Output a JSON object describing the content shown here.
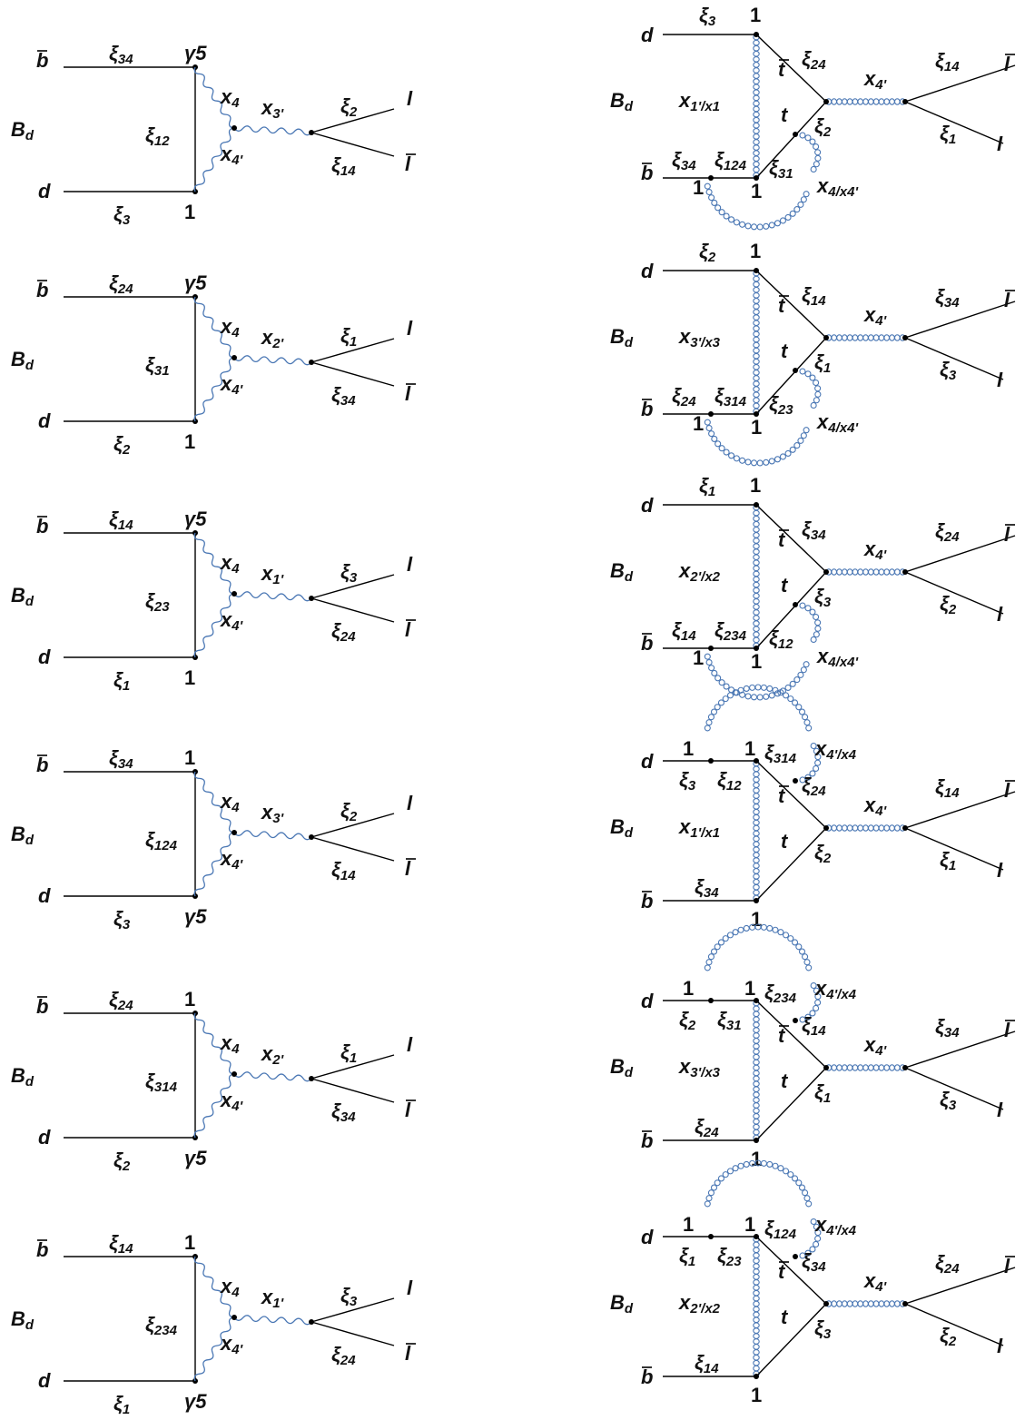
{
  "colors": {
    "line": "#000000",
    "boson": "#4a77b4",
    "text": "#111111"
  },
  "left_diagrams": [
    {
      "bbar": "b",
      "d": "d",
      "meson": "B",
      "meson_sub": "d",
      "top_quark_label": "ξ",
      "top_quark_sub": "34",
      "top_vertex": "γ5",
      "bottom_quark_label": "ξ",
      "bottom_quark_sub": "3",
      "bottom_vertex": "1",
      "propagator": "ξ",
      "propagator_sub": "12",
      "x4": "x",
      "x4_sub": "4",
      "x4p": "x",
      "x4p_sub": "4'",
      "mediator": "x",
      "mediator_sub": "3'",
      "lep_top": "ξ",
      "lep_top_sub": "2",
      "lep_bot": "ξ",
      "lep_bot_sub": "14",
      "l": "l",
      "lbar": "l"
    },
    {
      "bbar": "b",
      "d": "d",
      "meson": "B",
      "meson_sub": "d",
      "top_quark_label": "ξ",
      "top_quark_sub": "24",
      "top_vertex": "γ5",
      "bottom_quark_label": "ξ",
      "bottom_quark_sub": "2",
      "bottom_vertex": "1",
      "propagator": "ξ",
      "propagator_sub": "31",
      "x4": "x",
      "x4_sub": "4",
      "x4p": "x",
      "x4p_sub": "4'",
      "mediator": "x",
      "mediator_sub": "2'",
      "lep_top": "ξ",
      "lep_top_sub": "1",
      "lep_bot": "ξ",
      "lep_bot_sub": "34",
      "l": "l",
      "lbar": "l"
    },
    {
      "bbar": "b",
      "d": "d",
      "meson": "B",
      "meson_sub": "d",
      "top_quark_label": "ξ",
      "top_quark_sub": "14",
      "top_vertex": "γ5",
      "bottom_quark_label": "ξ",
      "bottom_quark_sub": "1",
      "bottom_vertex": "1",
      "propagator": "ξ",
      "propagator_sub": "23",
      "x4": "x",
      "x4_sub": "4",
      "x4p": "x",
      "x4p_sub": "4'",
      "mediator": "x",
      "mediator_sub": "1'",
      "lep_top": "ξ",
      "lep_top_sub": "3",
      "lep_bot": "ξ",
      "lep_bot_sub": "24",
      "l": "l",
      "lbar": "l"
    },
    {
      "bbar": "b",
      "d": "d",
      "meson": "B",
      "meson_sub": "d",
      "top_quark_label": "ξ",
      "top_quark_sub": "34",
      "top_vertex": "1",
      "bottom_quark_label": "ξ",
      "bottom_quark_sub": "3",
      "bottom_vertex": "γ5",
      "propagator": "ξ",
      "propagator_sub": "124",
      "x4": "x",
      "x4_sub": "4",
      "x4p": "x",
      "x4p_sub": "4'",
      "mediator": "x",
      "mediator_sub": "3'",
      "lep_top": "ξ",
      "lep_top_sub": "2",
      "lep_bot": "ξ",
      "lep_bot_sub": "14",
      "l": "l",
      "lbar": "l"
    },
    {
      "bbar": "b",
      "d": "d",
      "meson": "B",
      "meson_sub": "d",
      "top_quark_label": "ξ",
      "top_quark_sub": "24",
      "top_vertex": "1",
      "bottom_quark_label": "ξ",
      "bottom_quark_sub": "2",
      "bottom_vertex": "γ5",
      "propagator": "ξ",
      "propagator_sub": "314",
      "x4": "x",
      "x4_sub": "4",
      "x4p": "x",
      "x4p_sub": "4'",
      "mediator": "x",
      "mediator_sub": "2'",
      "lep_top": "ξ",
      "lep_top_sub": "1",
      "lep_bot": "ξ",
      "lep_bot_sub": "34",
      "l": "l",
      "lbar": "l"
    },
    {
      "bbar": "b",
      "d": "d",
      "meson": "B",
      "meson_sub": "d",
      "top_quark_label": "ξ",
      "top_quark_sub": "14",
      "top_vertex": "1",
      "bottom_quark_label": "ξ",
      "bottom_quark_sub": "1",
      "bottom_vertex": "γ5",
      "propagator": "ξ",
      "propagator_sub": "234",
      "x4": "x",
      "x4_sub": "4",
      "x4p": "x",
      "x4p_sub": "4'",
      "mediator": "x",
      "mediator_sub": "1'",
      "lep_top": "ξ",
      "lep_top_sub": "3",
      "lep_bot": "ξ",
      "lep_bot_sub": "24",
      "l": "l",
      "lbar": "l"
    }
  ],
  "right_diagrams": [
    {
      "loop": "bottom",
      "d": "d",
      "bbar": "b",
      "meson": "B",
      "meson_sub": "d",
      "d_label": "ξ",
      "d_sub": "3",
      "top_vertex": "1",
      "exchange": "x",
      "exchange_sub": "1'/x1",
      "bottom_label": "ξ",
      "bottom_sub": "34",
      "loop_vertex": "1",
      "inner_label": "ξ",
      "inner_sub": "124",
      "bottom_vertex": "1",
      "side_label": "ξ",
      "side_sub": "31",
      "tbar": "t",
      "t": "t",
      "tbar_label": "ξ",
      "tbar_sub": "24",
      "t_label": "ξ",
      "t_sub": "2",
      "loop_label": "x",
      "loop_sub": "4/x4'",
      "mediator": "x",
      "mediator_sub": "4'",
      "lep_top": "ξ",
      "lep_top_sub": "14",
      "lep_bot": "ξ",
      "lep_bot_sub": "1",
      "lbar": "l",
      "l": "l"
    },
    {
      "loop": "bottom",
      "d": "d",
      "bbar": "b",
      "meson": "B",
      "meson_sub": "d",
      "d_label": "ξ",
      "d_sub": "2",
      "top_vertex": "1",
      "exchange": "x",
      "exchange_sub": "3'/x3",
      "bottom_label": "ξ",
      "bottom_sub": "24",
      "loop_vertex": "1",
      "inner_label": "ξ",
      "inner_sub": "314",
      "bottom_vertex": "1",
      "side_label": "ξ",
      "side_sub": "23",
      "tbar": "t",
      "t": "t",
      "tbar_label": "ξ",
      "tbar_sub": "14",
      "t_label": "ξ",
      "t_sub": "1",
      "loop_label": "x",
      "loop_sub": "4/x4'",
      "mediator": "x",
      "mediator_sub": "4'",
      "lep_top": "ξ",
      "lep_top_sub": "34",
      "lep_bot": "ξ",
      "lep_bot_sub": "3",
      "lbar": "l",
      "l": "l"
    },
    {
      "loop": "bottom",
      "d": "d",
      "bbar": "b",
      "meson": "B",
      "meson_sub": "d",
      "d_label": "ξ",
      "d_sub": "1",
      "top_vertex": "1",
      "exchange": "x",
      "exchange_sub": "2'/x2",
      "bottom_label": "ξ",
      "bottom_sub": "14",
      "loop_vertex": "1",
      "inner_label": "ξ",
      "inner_sub": "234",
      "bottom_vertex": "1",
      "side_label": "ξ",
      "side_sub": "12",
      "tbar": "t",
      "t": "t",
      "tbar_label": "ξ",
      "tbar_sub": "34",
      "t_label": "ξ",
      "t_sub": "3",
      "loop_label": "x",
      "loop_sub": "4/x4'",
      "mediator": "x",
      "mediator_sub": "4'",
      "lep_top": "ξ",
      "lep_top_sub": "24",
      "lep_bot": "ξ",
      "lep_bot_sub": "2",
      "lbar": "l",
      "l": "l"
    },
    {
      "loop": "top",
      "d": "d",
      "bbar": "b",
      "meson": "B",
      "meson_sub": "d",
      "d_label": "ξ",
      "d_sub": "3",
      "top_vertex": "1",
      "exchange": "x",
      "exchange_sub": "1'/x1",
      "bottom_label": "ξ",
      "bottom_sub": "34",
      "loop_vertex": "1",
      "inner_label": "ξ",
      "inner_sub": "12",
      "bottom_vertex": "1",
      "side_label": "ξ",
      "side_sub": "314",
      "tbar": "t",
      "t": "t",
      "tbar_label": "ξ",
      "tbar_sub": "24",
      "t_label": "ξ",
      "t_sub": "2",
      "loop_label": "x",
      "loop_sub": "4'/x4",
      "mediator": "x",
      "mediator_sub": "4'",
      "lep_top": "ξ",
      "lep_top_sub": "14",
      "lep_bot": "ξ",
      "lep_bot_sub": "1",
      "lbar": "l",
      "l": "l"
    },
    {
      "loop": "top",
      "d": "d",
      "bbar": "b",
      "meson": "B",
      "meson_sub": "d",
      "d_label": "ξ",
      "d_sub": "2",
      "top_vertex": "1",
      "exchange": "x",
      "exchange_sub": "3'/x3",
      "bottom_label": "ξ",
      "bottom_sub": "24",
      "loop_vertex": "1",
      "inner_label": "ξ",
      "inner_sub": "31",
      "bottom_vertex": "1",
      "side_label": "ξ",
      "side_sub": "234",
      "tbar": "t",
      "t": "t",
      "tbar_label": "ξ",
      "tbar_sub": "14",
      "t_label": "ξ",
      "t_sub": "1",
      "loop_label": "x",
      "loop_sub": "4'/x4",
      "mediator": "x",
      "mediator_sub": "4'",
      "lep_top": "ξ",
      "lep_top_sub": "34",
      "lep_bot": "ξ",
      "lep_bot_sub": "3",
      "lbar": "l",
      "l": "l"
    },
    {
      "loop": "top",
      "d": "d",
      "bbar": "b",
      "meson": "B",
      "meson_sub": "d",
      "d_label": "ξ",
      "d_sub": "1",
      "top_vertex": "1",
      "exchange": "x",
      "exchange_sub": "2'/x2",
      "bottom_label": "ξ",
      "bottom_sub": "14",
      "loop_vertex": "1",
      "inner_label": "ξ",
      "inner_sub": "23",
      "bottom_vertex": "1",
      "side_label": "ξ",
      "side_sub": "124",
      "tbar": "t",
      "t": "t",
      "tbar_label": "ξ",
      "tbar_sub": "34",
      "t_label": "ξ",
      "t_sub": "3",
      "loop_label": "x",
      "loop_sub": "4'/x4",
      "mediator": "x",
      "mediator_sub": "4'",
      "lep_top": "ξ",
      "lep_top_sub": "24",
      "lep_bot": "ξ",
      "lep_bot_sub": "2",
      "lbar": "l",
      "l": "l"
    }
  ]
}
